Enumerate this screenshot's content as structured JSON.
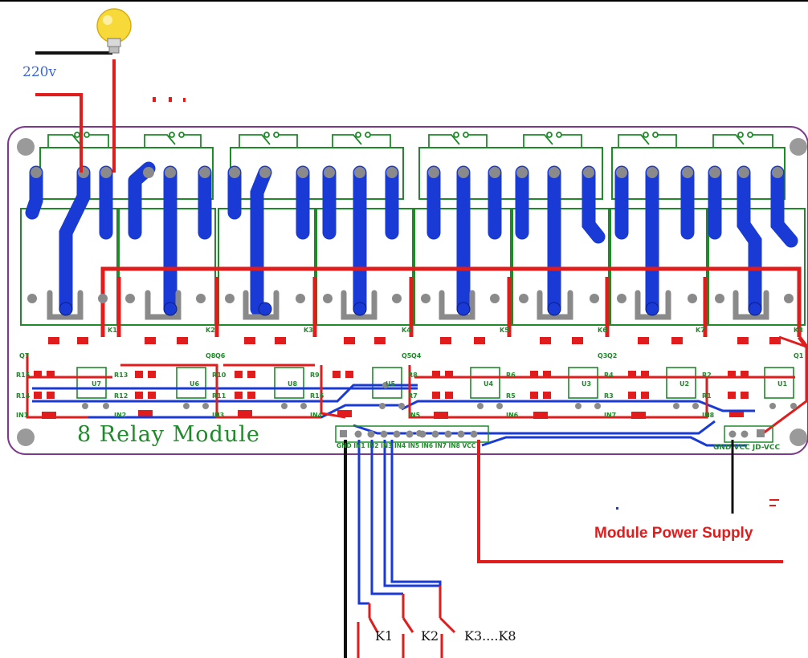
{
  "labels": {
    "mains_voltage": "220v",
    "board_title": "8 Relay Module",
    "power_supply": "Module Power Supply",
    "switch_k1": "K1",
    "switch_k2": "K2",
    "switch_k3_k8": "K3....K8"
  },
  "input_header": {
    "pin_labels": "GND IN1 IN2 IN3 IN4 IN5 IN6 IN7 IN8 VCC"
  },
  "power_header": {
    "pin_labels": "GND VCC  JD-VCC"
  },
  "relays": [
    "K1",
    "K2",
    "K3",
    "K4",
    "K5",
    "K6",
    "K7",
    "K8"
  ],
  "optocouplers": [
    "U7",
    "U6",
    "U8",
    "U5",
    "U4",
    "U3",
    "U2",
    "U1"
  ],
  "transistors": [
    "Q7",
    "Q8",
    "Q6",
    "Q5",
    "Q4",
    "Q3",
    "Q2",
    "Q1"
  ],
  "resistors": [
    "R15",
    "R14",
    "R13",
    "R12",
    "R10",
    "R11",
    "R9",
    "R16",
    "R8",
    "R7",
    "R6",
    "R5",
    "R4",
    "R3",
    "R2",
    "R1"
  ],
  "input_leds": [
    "IN1",
    "IN2",
    "IN3",
    "IN4",
    "IN5",
    "IN6",
    "IN7",
    "IN8"
  ],
  "colors": {
    "board_outline": "#7b3a8a",
    "silkscreen": "#1f8a2a",
    "top_copper": "#e01c1c",
    "bottom_copper": "#1a3ad6",
    "mains_label": "#3b67d6",
    "pad_grey": "#8a8a8a"
  },
  "icons": {
    "lamp": "light-bulb-icon",
    "switch": "switch-icon"
  }
}
